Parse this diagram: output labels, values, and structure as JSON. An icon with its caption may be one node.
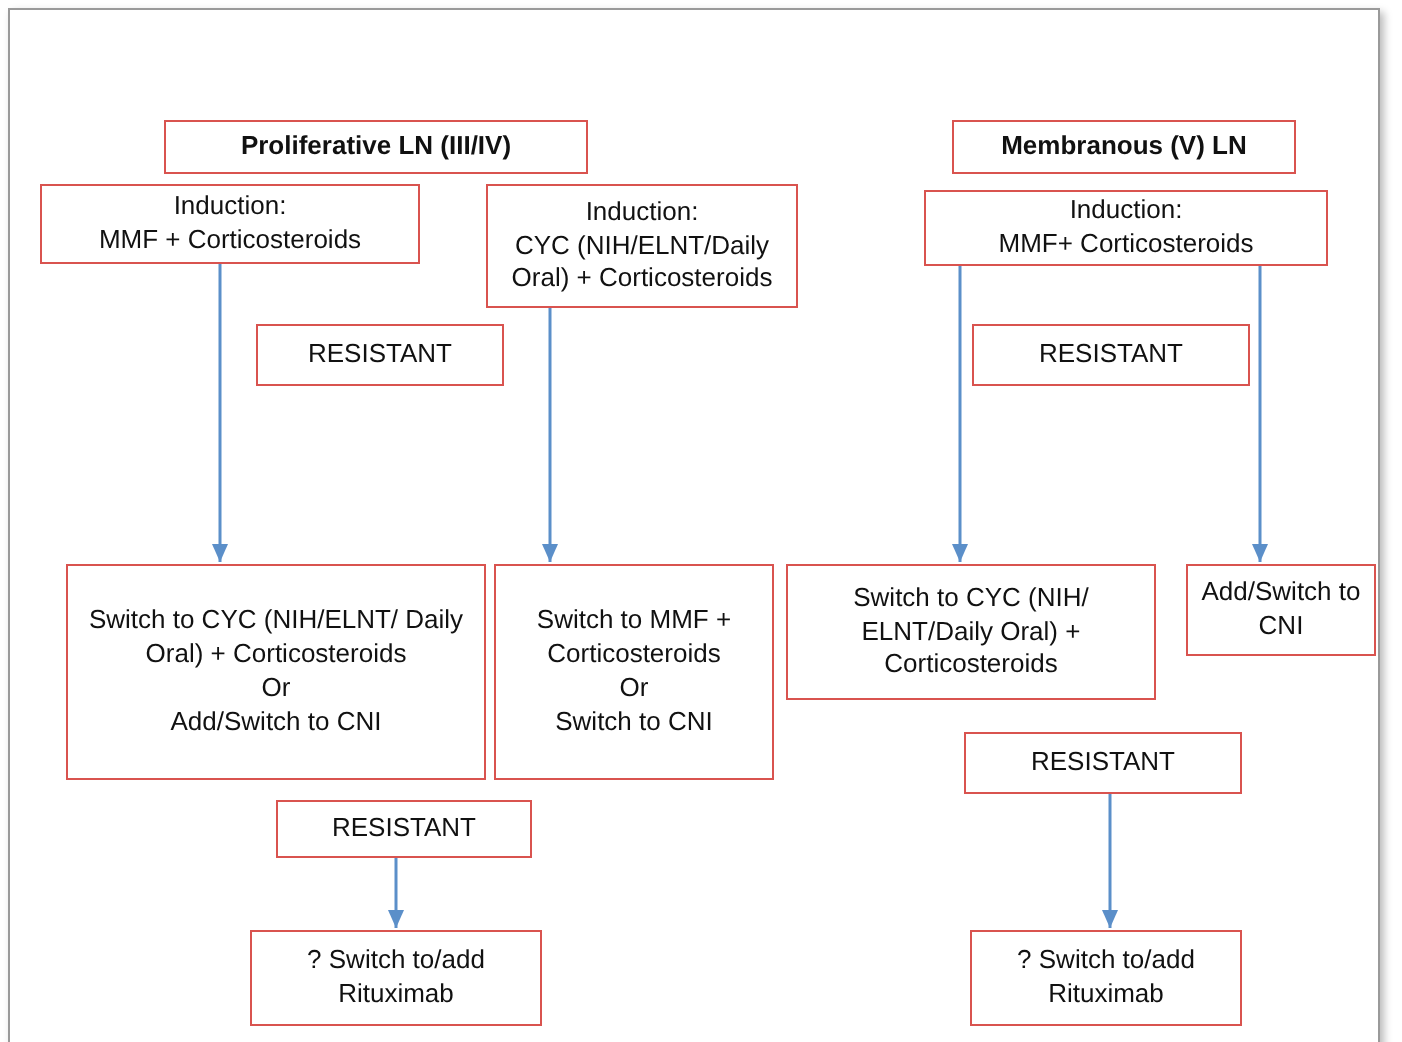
{
  "diagram": {
    "nodes": [
      {
        "text": [
          "Proliferative LN (III/IV)"
        ]
      },
      {
        "text": [
          "Induction:",
          "MMF + Corticosteroids"
        ]
      },
      {
        "text": [
          "Induction:",
          "CYC (NIH/ELNT/Daily Oral) + Corticosteroids"
        ]
      },
      {
        "text": [
          "Membranous (V) LN"
        ]
      },
      {
        "text": [
          "Induction:",
          "MMF+ Corticosteroids"
        ]
      },
      {
        "text": [
          "RESISTANT"
        ]
      },
      {
        "text": [
          "RESISTANT"
        ]
      },
      {
        "text": [
          "Switch to CYC (NIH/ELNT/ Daily Oral) + Corticosteroids",
          "Or",
          "Add/Switch to CNI"
        ]
      },
      {
        "text": [
          "Switch to MMF + Corticosteroids",
          "Or",
          "Switch to CNI"
        ]
      },
      {
        "text": [
          "Switch to CYC (NIH/ ELNT/Daily Oral) + Corticosteroids"
        ]
      },
      {
        "text": [
          "Add/Switch to CNI"
        ]
      },
      {
        "text": [
          "RESISTANT"
        ]
      },
      {
        "text": [
          "RESISTANT"
        ]
      },
      {
        "text": [
          "? Switch to/add Rituximab"
        ]
      },
      {
        "text": [
          "? Switch to/add Rituximab"
        ]
      }
    ],
    "edges": [
      {
        "from": 1,
        "to": 7,
        "arrow": "to"
      },
      {
        "from": 2,
        "to": 8,
        "arrow": "to"
      },
      {
        "from": 4,
        "to": 9,
        "arrow": "to"
      },
      {
        "from": 4,
        "to": 10,
        "arrow": "to"
      },
      {
        "from": 11,
        "to": 13,
        "arrow": "to"
      },
      {
        "from": 12,
        "to": 14,
        "arrow": "to"
      }
    ]
  }
}
